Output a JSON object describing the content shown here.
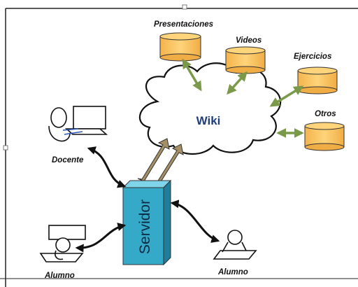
{
  "wiki": {
    "label": "Wiki"
  },
  "server": {
    "label": "Servidor"
  },
  "resources": [
    {
      "label": "Presentaciones"
    },
    {
      "label": "Videos"
    },
    {
      "label": "Ejercicios"
    },
    {
      "label": "Otros"
    }
  ],
  "actors": {
    "docente": "Docente",
    "alumno_left": "Alumno",
    "alumno_right": "Alumno"
  },
  "colors": {
    "database": "#f7c159",
    "wiki_arrow": "#7a9a4a",
    "server_front": "#35a9c8",
    "server_side": "#1f7e99",
    "up_arrow": "#a59066"
  }
}
